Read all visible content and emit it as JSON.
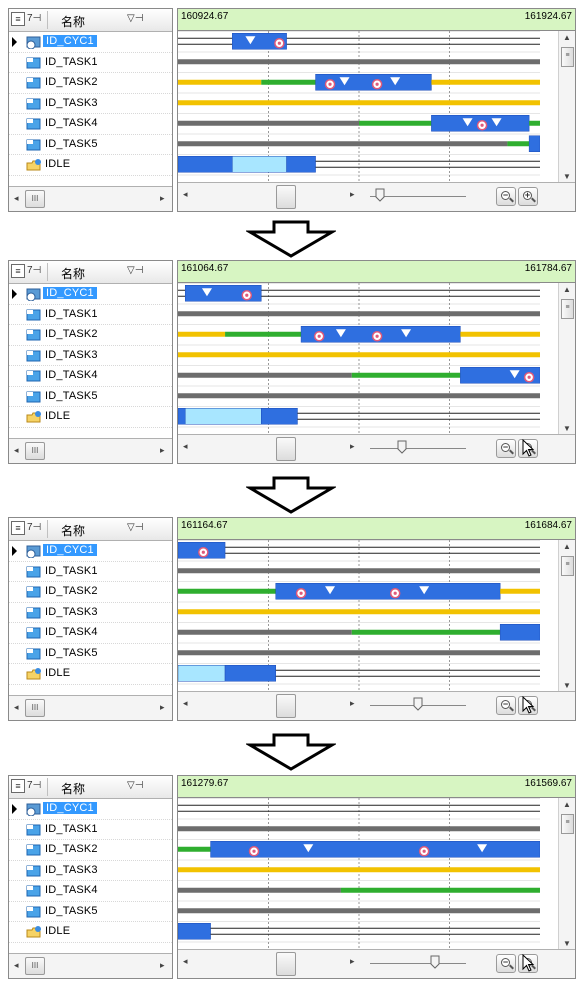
{
  "tree": {
    "header": {
      "title": "名称",
      "sort_glyph": "7",
      "filter_glyph": "▽"
    },
    "rows": [
      "ID_CYC1",
      "ID_TASK1",
      "ID_TASK2",
      "ID_TASK3",
      "ID_TASK4",
      "ID_TASK5",
      "IDLE"
    ],
    "scroll_thumb": "III"
  },
  "panels": [
    {
      "range_start": "160924.67",
      "range_end": "161924.67",
      "slider": 0.1,
      "cursor_on": "zoom_in",
      "cursor_visible": false
    },
    {
      "range_start": "161064.67",
      "range_end": "161784.67",
      "slider": 0.33,
      "cursor_on": "zoom_in",
      "cursor_visible": true
    },
    {
      "range_start": "161164.67",
      "range_end": "161684.67",
      "slider": 0.5,
      "cursor_on": "zoom_in",
      "cursor_visible": true
    },
    {
      "range_start": "161279.67",
      "range_end": "161569.67",
      "slider": 0.68,
      "cursor_on": "zoom_in",
      "cursor_visible": true
    }
  ],
  "colors": {
    "selected": "#3399ff",
    "task_bar": "#2f6fe0",
    "task_bar_light": "#a8e6ff",
    "gray_line": "#6d6d6d",
    "yellow_line": "#f2c200",
    "green_line": "#2fae2f",
    "header_green": "#d7f5c2"
  },
  "icons": [
    "tree-corner-icon",
    "pin-icon",
    "filter-icon",
    "cyclic-handler-icon",
    "task-icon",
    "idle-icon",
    "zoom-out-icon",
    "zoom-in-icon",
    "mouse-cursor-icon",
    "down-arrow-icon"
  ]
}
